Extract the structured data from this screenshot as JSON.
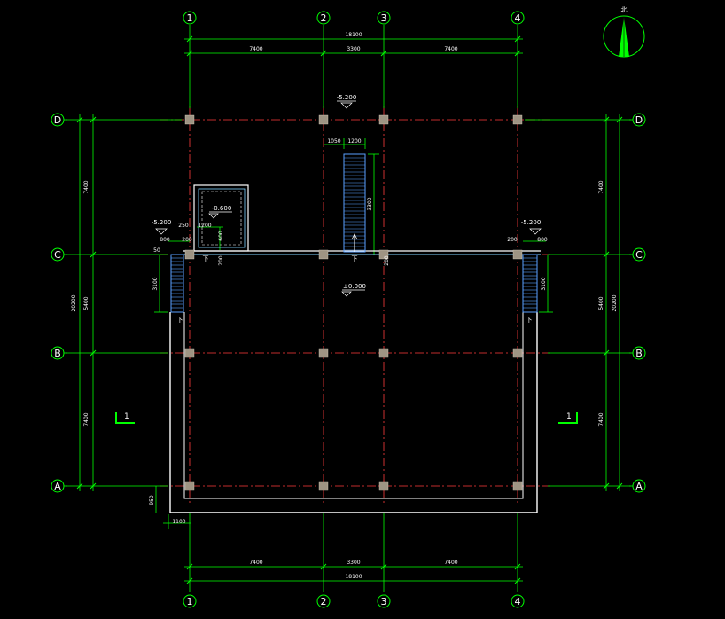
{
  "axes": {
    "columns": [
      "1",
      "2",
      "3",
      "4"
    ],
    "rows": [
      "D",
      "C",
      "B",
      "A"
    ]
  },
  "north": {
    "label": "北"
  },
  "dims": {
    "top_total": "18100",
    "top_spans": [
      "7400",
      "3300",
      "7400"
    ],
    "bottom_spans": [
      "7400",
      "3300",
      "7400"
    ],
    "bottom_total": "18100",
    "left_spans": [
      "7400",
      "5400",
      "7400"
    ],
    "left_total": "20200",
    "right_spans": [
      "7400",
      "5400",
      "7400"
    ],
    "right_total": "20200",
    "stair_top_w1": "1050",
    "stair_top_w2": "1200",
    "stair_top_len": "3300",
    "stair_left_len": "3100",
    "stair_right_len": "3100",
    "stair_left_w": "800",
    "stair_right_w": "800",
    "left_250": "250",
    "left_200": "200",
    "left_50": "50",
    "right_200": "200",
    "pit_w": "1200",
    "pit_h": "600",
    "pit_wall": "200",
    "wall_200_c": "200",
    "offset_1100": "1100",
    "offset_950": "950"
  },
  "levels": {
    "top": "-5.200",
    "left": "-5.200",
    "right": "-5.200",
    "pit": "-0.600",
    "floor": "±0.000"
  },
  "stairs": {
    "up_label": "下"
  },
  "section_marks": {
    "left": "1",
    "right": "1"
  },
  "colors": {
    "background": "#000000",
    "dimension": "#00ff00",
    "axis": "#ff3b3b",
    "wall": "#ffffff",
    "wall_inner": "#7fd3ff",
    "stair": "#5aa0ff",
    "column": "#9e9483"
  }
}
